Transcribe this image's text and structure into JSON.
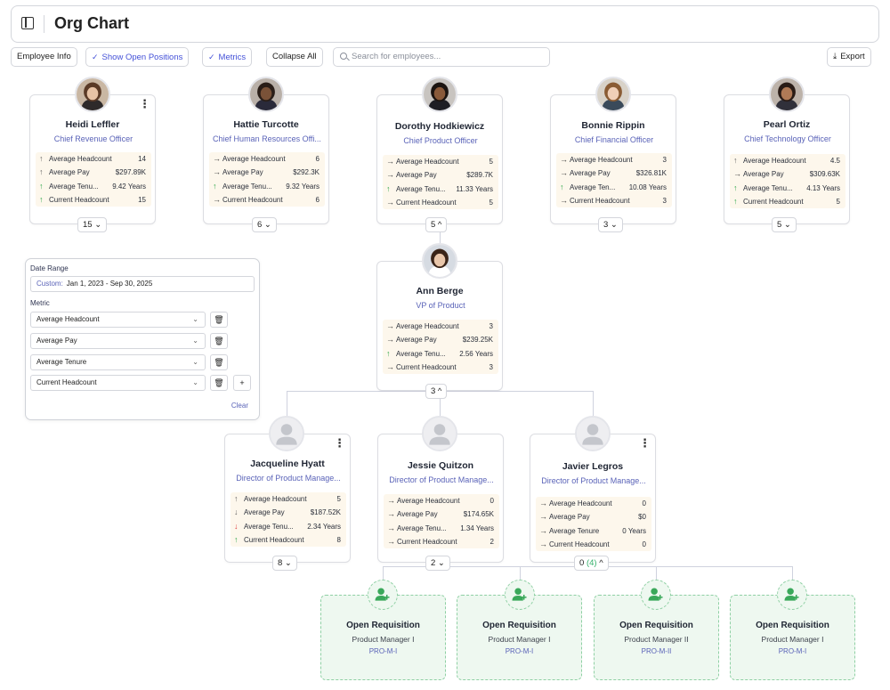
{
  "header": {
    "title": "Org Chart"
  },
  "toolbar": {
    "employee_info": "Employee Info",
    "show_open_positions": "Show Open Positions",
    "metrics": "Metrics",
    "collapse_all": "Collapse All",
    "search_placeholder": "Search for employees...",
    "export": "Export"
  },
  "executives": [
    {
      "name": "Heidi Leffler",
      "title": "Chief Revenue Officer",
      "count": "15 ⌄",
      "metrics": [
        {
          "label": "Average Headcount",
          "value": "14",
          "arrow": "↑"
        },
        {
          "label": "Average Pay",
          "value": "$297.89K",
          "arrow": "↑"
        },
        {
          "label": "Average Tenu...",
          "value": "9.42  Years",
          "arrow": "↑"
        },
        {
          "label": "Current Headcount",
          "value": "15",
          "arrow": "↑"
        }
      ]
    },
    {
      "name": "Hattie Turcotte",
      "title": "Chief Human Resources Offi...",
      "count": "6 ⌄",
      "metrics": [
        {
          "label": "Average Headcount",
          "value": "6",
          "arrow": "→"
        },
        {
          "label": "Average Pay",
          "value": "$292.3K",
          "arrow": "→"
        },
        {
          "label": "Average Tenu...",
          "value": "9.32  Years",
          "arrow": "↑"
        },
        {
          "label": "Current Headcount",
          "value": "6",
          "arrow": "→"
        }
      ]
    },
    {
      "name": "Dorothy Hodkiewicz",
      "title": "Chief Product Officer",
      "count": "5 ^",
      "metrics": [
        {
          "label": "Average Headcount",
          "value": "5",
          "arrow": "→"
        },
        {
          "label": "Average Pay",
          "value": "$289.7K",
          "arrow": "→"
        },
        {
          "label": "Average Tenu...",
          "value": "11.33  Years",
          "arrow": "↑"
        },
        {
          "label": "Current Headcount",
          "value": "5",
          "arrow": "→"
        }
      ]
    },
    {
      "name": "Bonnie Rippin",
      "title": "Chief Financial Officer",
      "count": "3 ⌄",
      "metrics": [
        {
          "label": "Average Headcount",
          "value": "3",
          "arrow": "→"
        },
        {
          "label": "Average Pay",
          "value": "$326.81K",
          "arrow": "→"
        },
        {
          "label": "Average Ten...",
          "value": "10.08  Years",
          "arrow": "↑"
        },
        {
          "label": "Current Headcount",
          "value": "3",
          "arrow": "→"
        }
      ]
    },
    {
      "name": "Pearl Ortiz",
      "title": "Chief Technology Officer",
      "count": "5 ⌄",
      "metrics": [
        {
          "label": "Average Headcount",
          "value": "4.5",
          "arrow": "↑"
        },
        {
          "label": "Average Pay",
          "value": "$309.63K",
          "arrow": "→"
        },
        {
          "label": "Average Tenu...",
          "value": "4.13  Years",
          "arrow": "↑"
        },
        {
          "label": "Current Headcount",
          "value": "5",
          "arrow": "↑"
        }
      ]
    }
  ],
  "vp": {
    "name": "Ann Berge",
    "title": "VP of Product",
    "count": "3 ^",
    "metrics": [
      {
        "label": "Average Headcount",
        "value": "3",
        "arrow": "→"
      },
      {
        "label": "Average Pay",
        "value": "$239.25K",
        "arrow": "→"
      },
      {
        "label": "Average Tenu...",
        "value": "2.56  Years",
        "arrow": "↑"
      },
      {
        "label": "Current Headcount",
        "value": "3",
        "arrow": "→"
      }
    ]
  },
  "directors": [
    {
      "name": "Jacqueline Hyatt",
      "title": "Director of Product Manage...",
      "count": "8 ⌄",
      "metrics": [
        {
          "label": "Average Headcount",
          "value": "5",
          "arrow": "↑"
        },
        {
          "label": "Average Pay",
          "value": "$187.52K",
          "arrow": "↓"
        },
        {
          "label": "Average Tenu...",
          "value": "2.34  Years",
          "arrow": "↓"
        },
        {
          "label": "Current Headcount",
          "value": "8",
          "arrow": "↑"
        }
      ]
    },
    {
      "name": "Jessie Quitzon",
      "title": "Director of Product Manage...",
      "count": "2 ⌄",
      "metrics": [
        {
          "label": "Average Headcount",
          "value": "0",
          "arrow": "→"
        },
        {
          "label": "Average Pay",
          "value": "$174.65K",
          "arrow": "→"
        },
        {
          "label": "Average Tenu...",
          "value": "1.34  Years",
          "arrow": "→"
        },
        {
          "label": "Current Headcount",
          "value": "2",
          "arrow": "→"
        }
      ]
    },
    {
      "name": "Javier Legros",
      "title": "Director of Product Manage...",
      "count_main": "0",
      "count_open": "(4)",
      "count_chev": "^",
      "metrics": [
        {
          "label": "Average Headcount",
          "value": "0",
          "arrow": "→"
        },
        {
          "label": "Average Pay",
          "value": "$0",
          "arrow": "→"
        },
        {
          "label": "Average Tenure",
          "value": "0  Years",
          "arrow": "→"
        },
        {
          "label": "Current Headcount",
          "value": "0",
          "arrow": "→"
        }
      ]
    }
  ],
  "requisitions": [
    {
      "title": "Open Requisition",
      "position": "Product Manager I",
      "code": "PRO-M-I"
    },
    {
      "title": "Open Requisition",
      "position": "Product Manager I",
      "code": "PRO-M-I"
    },
    {
      "title": "Open Requisition",
      "position": "Product Manager II",
      "code": "PRO-M-II"
    },
    {
      "title": "Open Requisition",
      "position": "Product Manager I",
      "code": "PRO-M-I"
    }
  ],
  "filter_panel": {
    "date_range_label": "Date Range",
    "date_prefix": "Custom:",
    "date_value": "Jan 1, 2023 - Sep 30, 2025",
    "metric_label": "Metric",
    "metrics": [
      "Average Headcount",
      "Average Pay",
      "Average Tenure",
      "Current Headcount"
    ],
    "clear": "Clear"
  },
  "icons": {
    "delete": "trash-icon",
    "add": "plus-icon",
    "sidebar": "sidebar-toggle-icon",
    "export": "download-icon"
  },
  "colors": {
    "accent": "#4451d8",
    "title_text": "#5a63b8",
    "metric_bg": "#fdf7ec",
    "open_req_bg": "#eef8f0",
    "open_req_border": "#8fd0a4",
    "up": "#2ea84a",
    "down": "#e04343"
  }
}
